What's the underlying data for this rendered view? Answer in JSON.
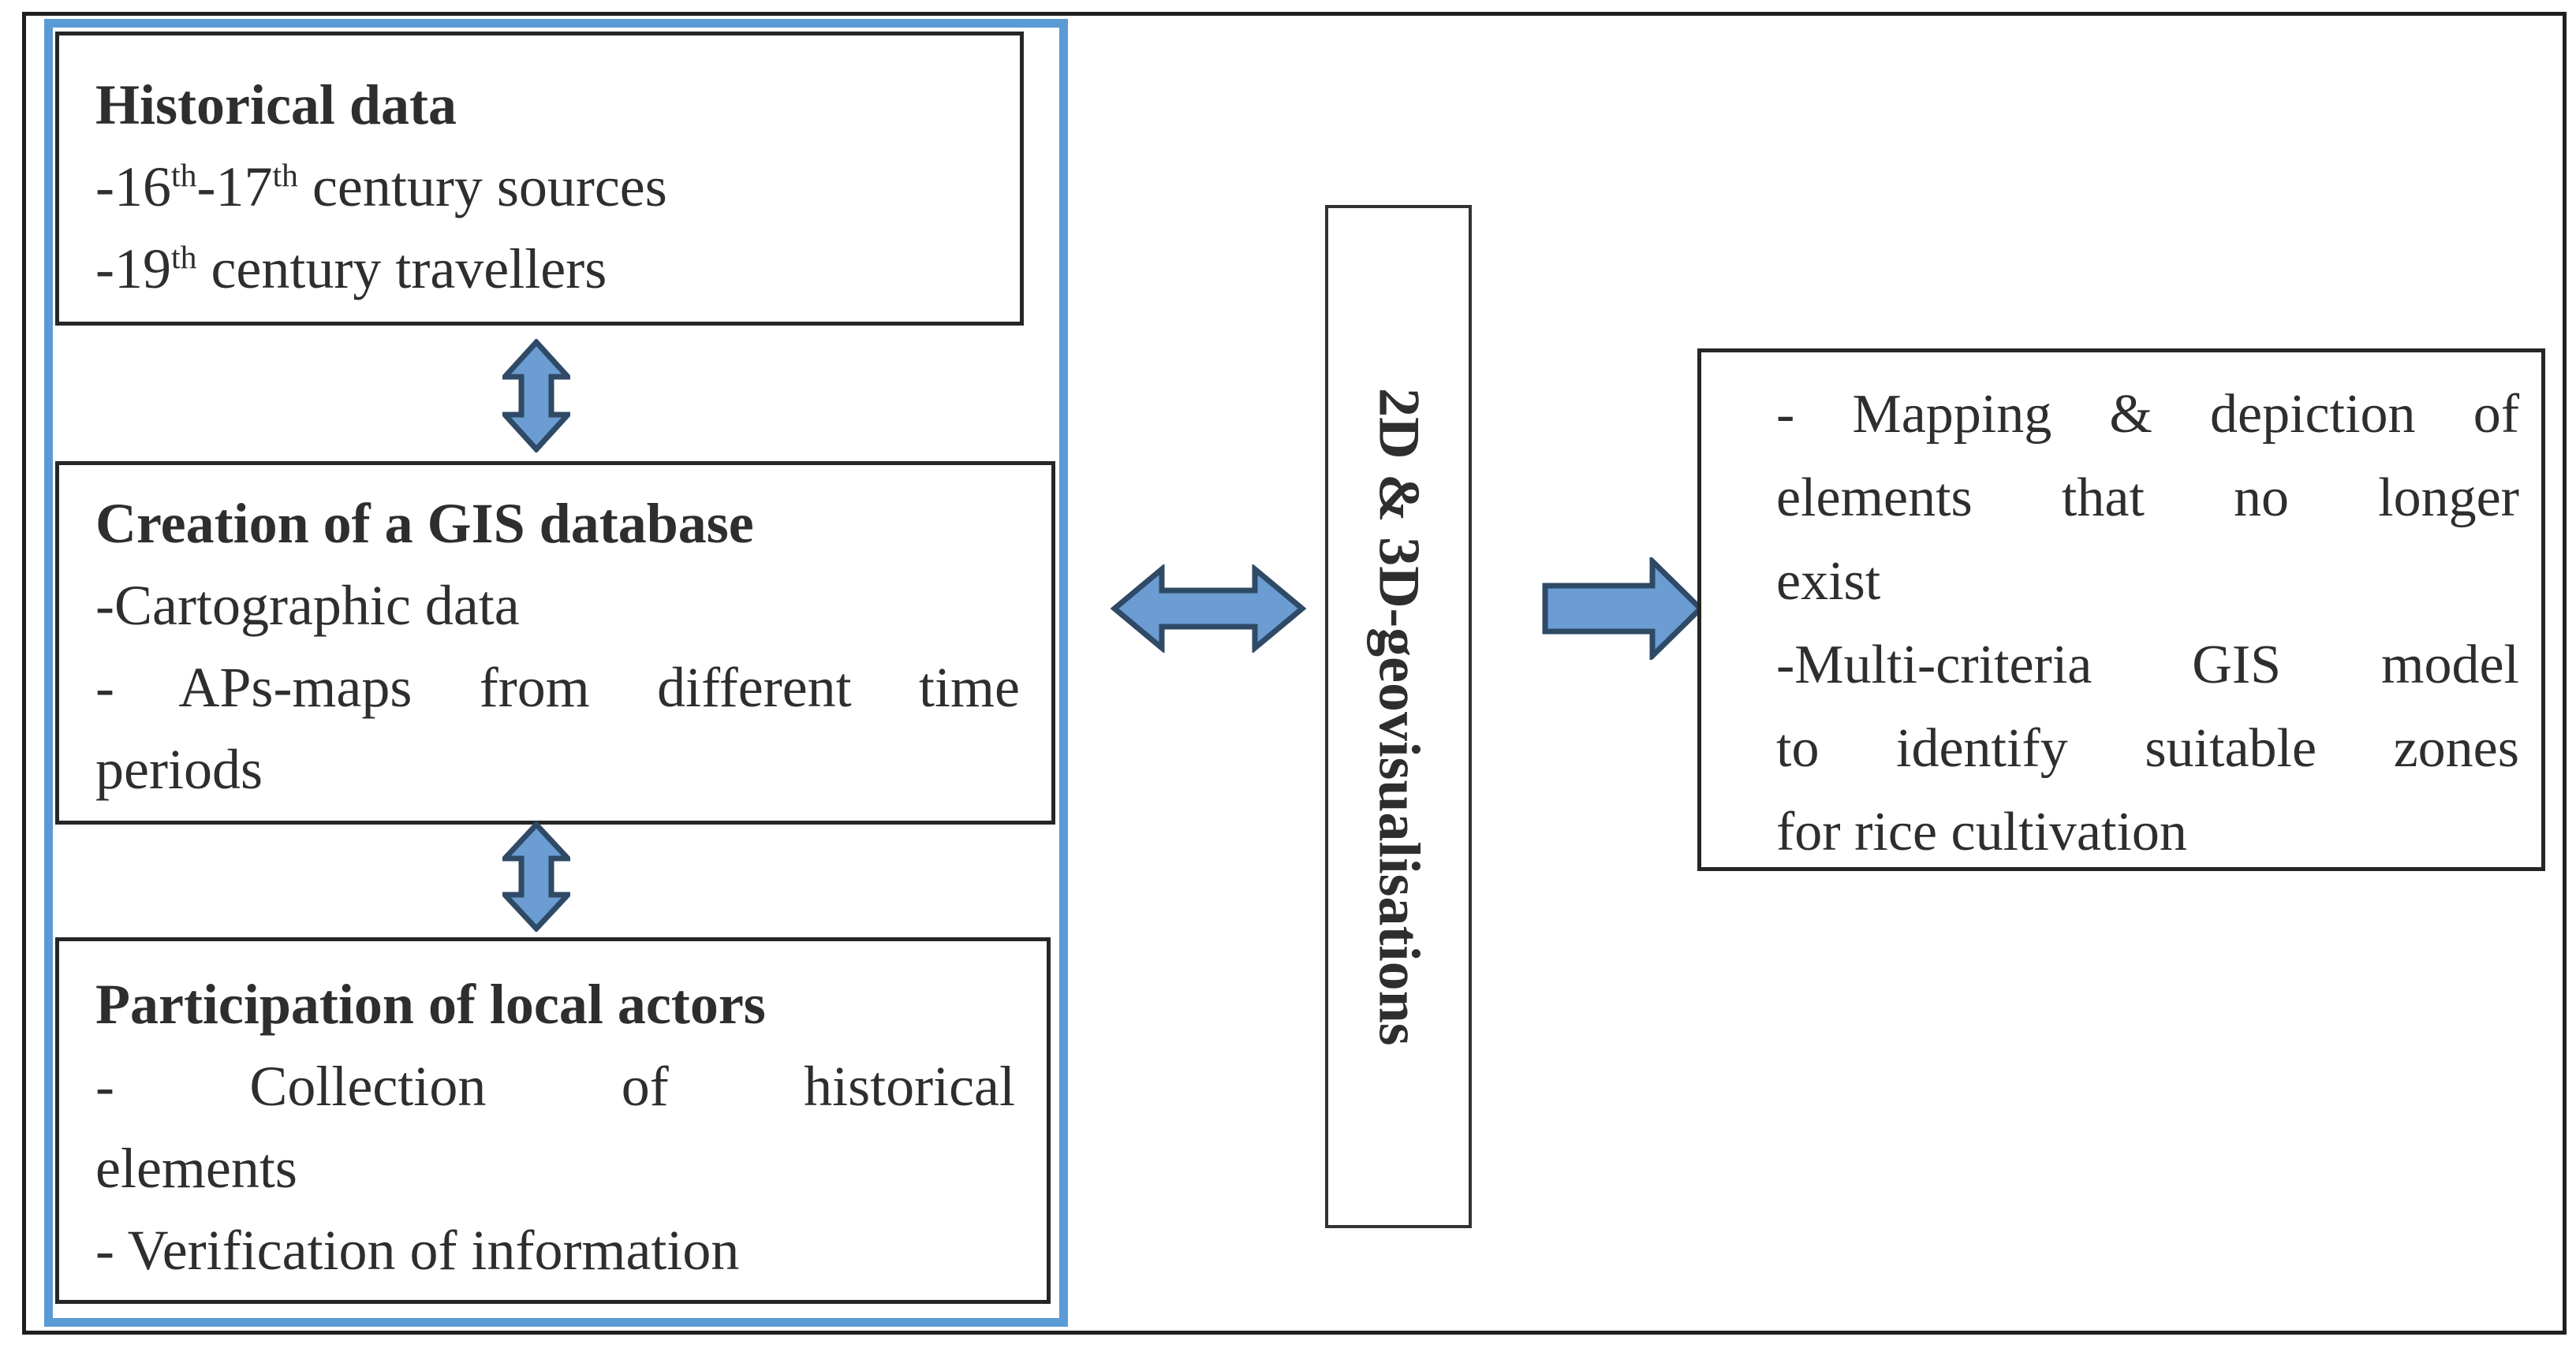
{
  "diagram": {
    "left_panel": {
      "boxes": [
        {
          "id": "historical-data",
          "lines": [
            {
              "bold": true,
              "segments": [
                {
                  "text": "Historical data"
                }
              ]
            },
            {
              "segments": [
                {
                  "text": "-16"
                },
                {
                  "sup": "th"
                },
                {
                  "text": "-17"
                },
                {
                  "sup": "th"
                },
                {
                  "text": " century sources"
                }
              ]
            },
            {
              "segments": [
                {
                  "text": "-19"
                },
                {
                  "sup": "th"
                },
                {
                  "text": " century travellers"
                }
              ]
            }
          ]
        },
        {
          "id": "gis-database",
          "lines": [
            {
              "bold": true,
              "segments": [
                {
                  "text": "Creation of a GIS database"
                }
              ]
            },
            {
              "segments": [
                {
                  "text": "-Cartographic data"
                }
              ]
            },
            {
              "justify": true,
              "segments": [
                {
                  "text": "- APs-maps from different time"
                }
              ]
            },
            {
              "segments": [
                {
                  "text": "periods"
                }
              ]
            }
          ]
        },
        {
          "id": "local-actors",
          "lines": [
            {
              "bold": true,
              "segments": [
                {
                  "text": "Participation of local actors"
                }
              ]
            },
            {
              "justify": true,
              "segments": [
                {
                  "text": "- Collection of historical"
                }
              ]
            },
            {
              "segments": [
                {
                  "text": "elements"
                }
              ]
            },
            {
              "segments": [
                {
                  "text": "- Verification of information"
                }
              ]
            }
          ]
        }
      ]
    },
    "center_box": {
      "label": "2D & 3D-geovisualisations"
    },
    "right_box": {
      "lines": [
        {
          "justify": true,
          "segments": [
            {
              "text": "- Mapping & depiction of"
            }
          ]
        },
        {
          "justify": true,
          "segments": [
            {
              "text": "elements that no longer"
            }
          ]
        },
        {
          "segments": [
            {
              "text": "exist"
            }
          ]
        },
        {
          "justify": true,
          "segments": [
            {
              "text": "-Multi-criteria GIS model"
            }
          ]
        },
        {
          "justify": true,
          "segments": [
            {
              "text": "to identify suitable zones"
            }
          ]
        },
        {
          "segments": [
            {
              "text": "for rice cultivation"
            }
          ]
        }
      ]
    },
    "icons": {
      "vertical_double_arrow": "double-arrow-vertical-icon",
      "horizontal_double_arrow": "double-arrow-horizontal-icon",
      "right_arrow": "arrow-right-icon"
    },
    "colors": {
      "arrow_fill": "#6B9CD2",
      "arrow_stroke": "#2F4A66",
      "panel_border": "#5B9BD5",
      "box_border": "#262626",
      "text": "#2e2e2e"
    }
  }
}
